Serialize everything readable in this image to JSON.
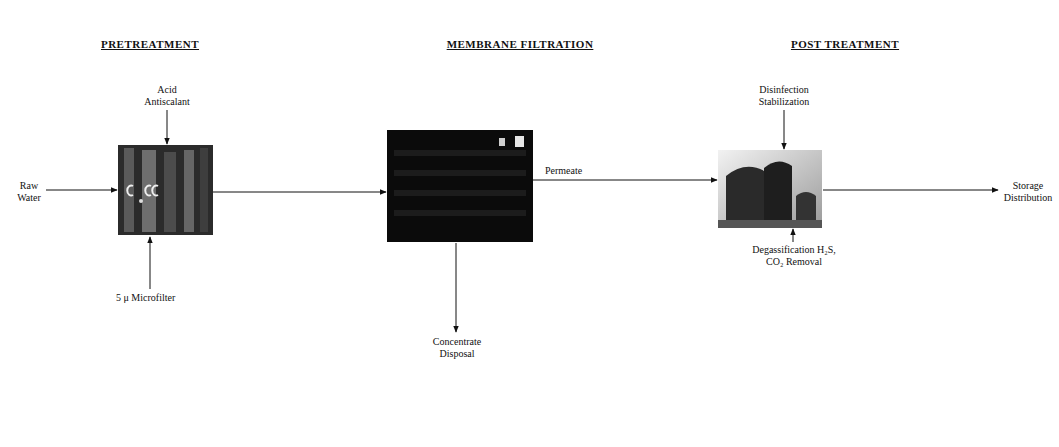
{
  "diagram": {
    "nodes": [
      {
        "text": [
          "PRETREATMENT"
        ]
      },
      {
        "text": [
          "MEMBRANE FILTRATION"
        ]
      },
      {
        "text": [
          "POST TREATMENT"
        ]
      }
    ],
    "edges": [
      {
        "from": 0,
        "to": 1,
        "arrow": "to"
      },
      {
        "from": 1,
        "to": 2,
        "arrow": "to",
        "label": "Permeate"
      }
    ],
    "labels": [
      "Raw Water",
      "Acid Antiscalant",
      "5 μ Microfilter",
      "Concentrate Disposal",
      "Disinfection Stabilization",
      "Degassification H₂S, CO₂ Removal",
      "Storage Distribution"
    ]
  }
}
